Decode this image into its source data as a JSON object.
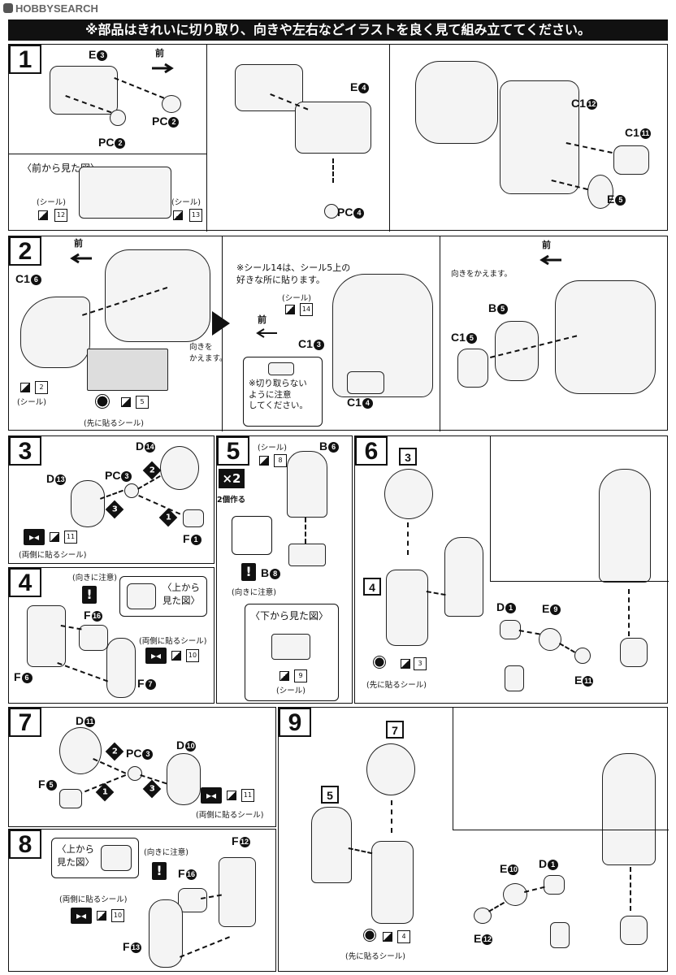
{
  "watermark": "HOBBYSEARCH",
  "banner": "※部品はきれいに切り取り、向きや左右などイラストを良く見て組み立ててください。",
  "colors": {
    "ink": "#111111",
    "bg": "#ffffff"
  },
  "step1": {
    "number": "1",
    "front": "前",
    "e3": "E",
    "e3n": "3",
    "pc2a": "PC",
    "pc2an": "2",
    "pc2b": "PC",
    "pc2bn": "2",
    "front_view": "〈前から見た図〉",
    "seal_label_a": "(シール)",
    "seal_a": "12",
    "seal_label_b": "(シール)",
    "seal_b": "13",
    "e4": "E",
    "e4n": "4",
    "pc4": "PC",
    "pc4n": "4",
    "c12": "C1",
    "c12n": "12",
    "c11": "C1",
    "c11n": "11",
    "e5": "E",
    "e5n": "5"
  },
  "step2": {
    "number": "2",
    "front_a": "前",
    "c16": "C1",
    "c16n": "6",
    "seal_small": "2",
    "seal_label": "(シール)",
    "seal_first": "5",
    "seal_first_label": "(先に貼るシール)",
    "turn_a": "向きを\nかえます。",
    "note": "※シール14は、シール5上の\n好きな所に貼ります。",
    "seal14_label": "(シール)",
    "seal14": "14",
    "front_b": "前",
    "c13": "C1",
    "c13n": "3",
    "c14": "C1",
    "c14n": "4",
    "caution": "※切り取らない\nように注意\nしてください。",
    "turn_b": "向きをかえます。",
    "front_c": "前",
    "b5": "B",
    "b5n": "5",
    "c15": "C1",
    "c15n": "5"
  },
  "step3": {
    "number": "3",
    "d14": "D",
    "d14n": "14",
    "d13": "D",
    "d13n": "13",
    "pc3": "PC",
    "pc3n": "3",
    "f1": "F",
    "f1n": "1",
    "seal": "11",
    "both_sides": "(両側に貼るシール)",
    "order": [
      "1",
      "2",
      "3"
    ]
  },
  "step4": {
    "number": "4",
    "orient": "(向きに注意)",
    "top_view": "〈上から\n見た図〉",
    "f16": "F",
    "f16n": "16",
    "both_sides": "(両側に貼るシール)",
    "seal": "10",
    "f6": "F",
    "f6n": "6",
    "f7": "F",
    "f7n": "7"
  },
  "step5": {
    "number": "5",
    "x2": "×2",
    "make2": "2個作る",
    "seal_label": "(シール)",
    "seal": "8",
    "b6": "B",
    "b6n": "6",
    "b8": "B",
    "b8n": "8",
    "orient": "(向きに注意)",
    "bottom_view": "〈下から見た図〉",
    "seal2": "9",
    "seal2_label": "(シール)"
  },
  "step6": {
    "number": "6",
    "ref3": "3",
    "ref4": "4",
    "seal": "3",
    "seal_first_label": "(先に貼るシール)",
    "d1": "D",
    "d1n": "1",
    "e9": "E",
    "e9n": "9",
    "e11": "E",
    "e11n": "11"
  },
  "step7": {
    "number": "7",
    "d11": "D",
    "d11n": "11",
    "pc3": "PC",
    "pc3n": "3",
    "d10": "D",
    "d10n": "10",
    "f5": "F",
    "f5n": "5",
    "seal": "11",
    "both_sides": "(両側に貼るシール)"
  },
  "step8": {
    "number": "8",
    "top_view": "〈上から\n見た図〉",
    "orient": "(向きに注意)",
    "f12": "F",
    "f12n": "12",
    "f16": "F",
    "f16n": "16",
    "both_sides": "(両側に貼るシール)",
    "seal": "10",
    "f13": "F",
    "f13n": "13"
  },
  "step9": {
    "number": "9",
    "ref7": "7",
    "ref5": "5",
    "seal": "4",
    "seal_first_label": "(先に貼るシール)",
    "e10": "E",
    "e10n": "10",
    "d1": "D",
    "d1n": "1",
    "e12": "E",
    "e12n": "12"
  }
}
